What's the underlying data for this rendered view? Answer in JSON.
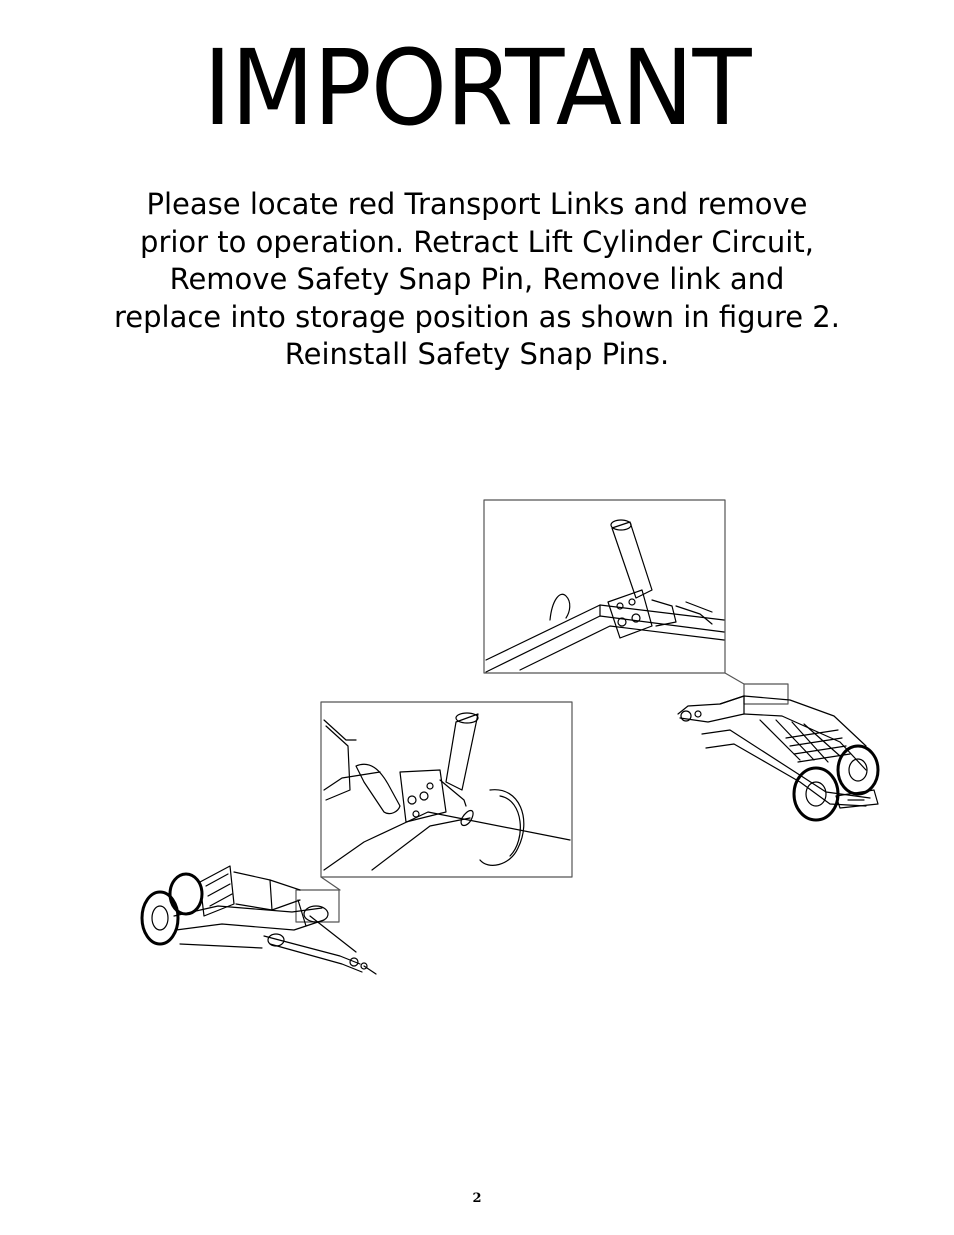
{
  "document": {
    "heading": "IMPORTANT",
    "instructions": [
      "Please locate red Transport Links and remove",
      "prior to operation. Retract Lift Cylinder Circuit,",
      "Remove Safety Snap Pin, Remove link and",
      "replace into storage position as shown in figure 2.",
      "Reinstall Safety Snap Pins."
    ],
    "page_number": "2"
  }
}
